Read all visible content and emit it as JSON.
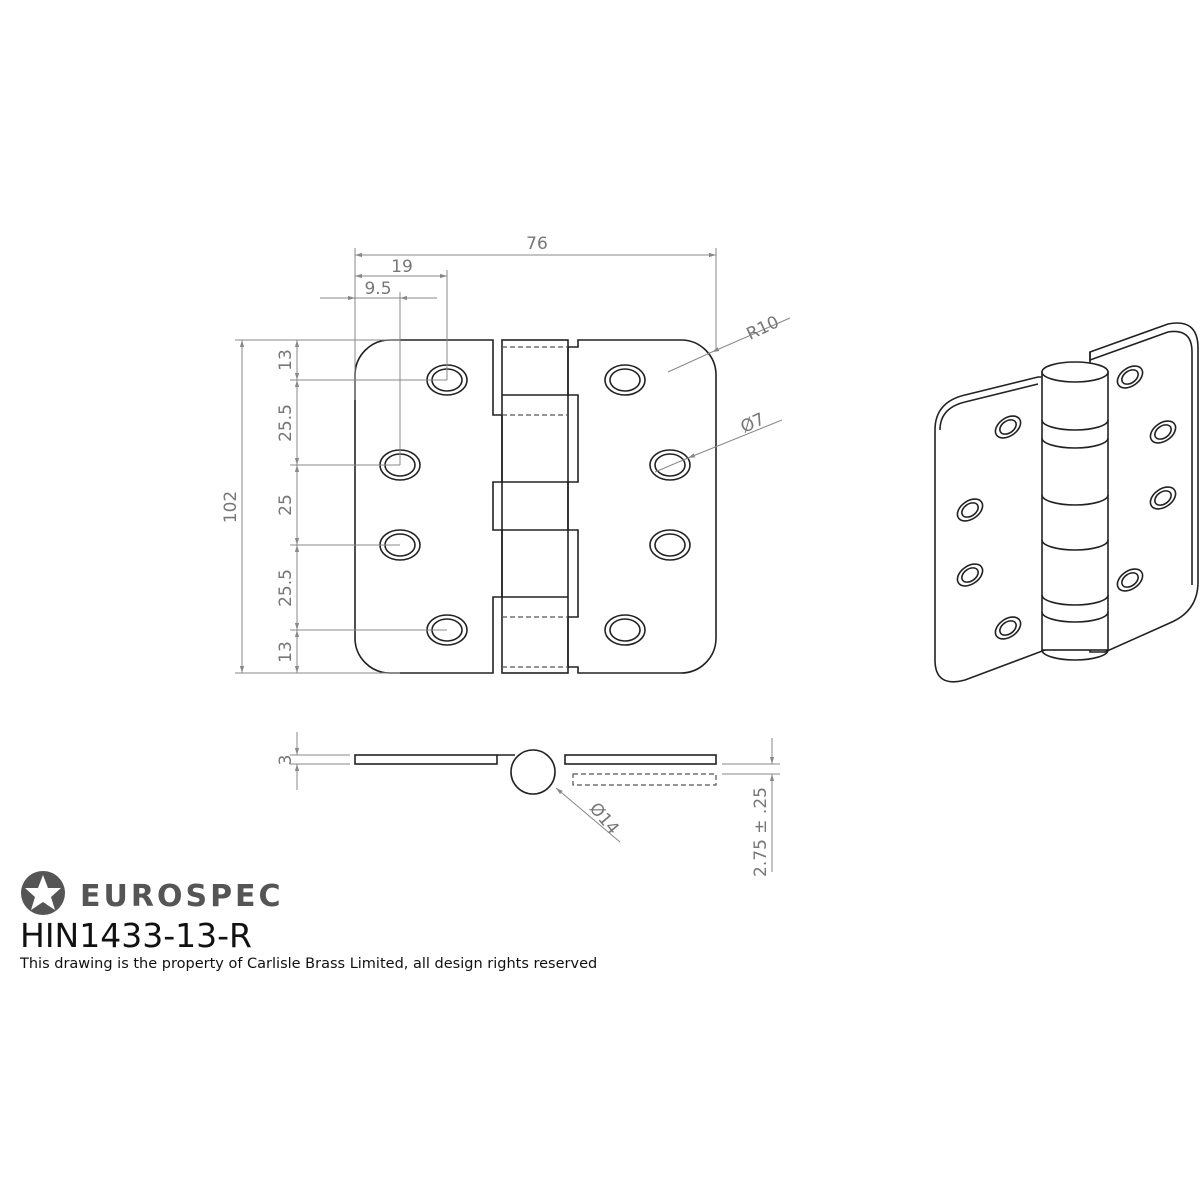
{
  "dimensions": {
    "overall_width": "76",
    "hole_offset_outer": "19",
    "hole_offset_inner": "9.5",
    "overall_height": "102",
    "chain": [
      "13",
      "25.5",
      "25",
      "25.5",
      "13"
    ],
    "corner_radius": "R10",
    "hole_diameter": "Ø7",
    "leaf_thickness": "3",
    "knuckle_diameter": "Ø14",
    "gap": "2.75 ± .25"
  },
  "branding": {
    "brand": "EUROSPEC",
    "product_code": "HIN1433-13-R",
    "disclaimer": "This drawing is the property of Carlisle Brass Limited, all design rights reserved"
  }
}
